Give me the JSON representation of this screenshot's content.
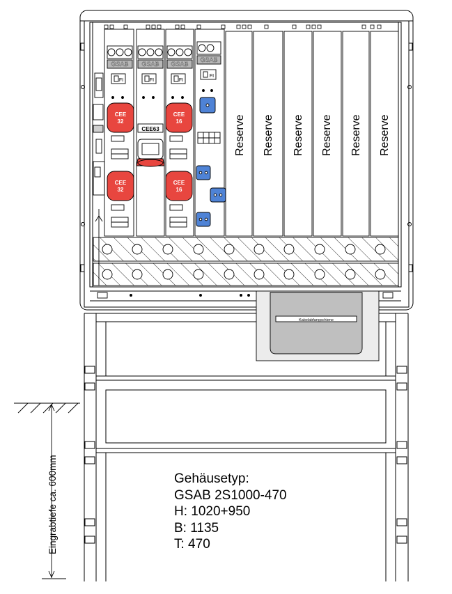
{
  "cee_labels": {
    "cee63": "CEE63",
    "cee32_top_line1": "CEE",
    "cee32_top_line2": "32",
    "cee32_bottom_line1": "CEE",
    "cee32_bottom_line2": "32",
    "cee16_top_line1": "CEE",
    "cee16_top_line2": "16",
    "cee16_bottom_line1": "CEE",
    "cee16_bottom_line2": "16"
  },
  "module_labels": {
    "gsab": "GSAB",
    "fi": "FI"
  },
  "reserve_slots": [
    "Reserve",
    "Reserve",
    "Reserve",
    "Reserve",
    "Reserve",
    "Reserve"
  ],
  "rail_label": "Kabelabfangschiene",
  "depth_label": "Eingrabtiefe ca. 600mm",
  "housing_info": {
    "line1": "Gehäusetyp:",
    "line2": "GSAB 2S1000-470",
    "line3": "H: 1020+950",
    "line4": "B: 1135",
    "line5": "T: 470"
  },
  "colors": {
    "socket_red": "#e8463f",
    "socket_blue": "#4f83d6",
    "gsab_grey": "#b7b7b7",
    "rail_grey": "#bfbfbf"
  }
}
